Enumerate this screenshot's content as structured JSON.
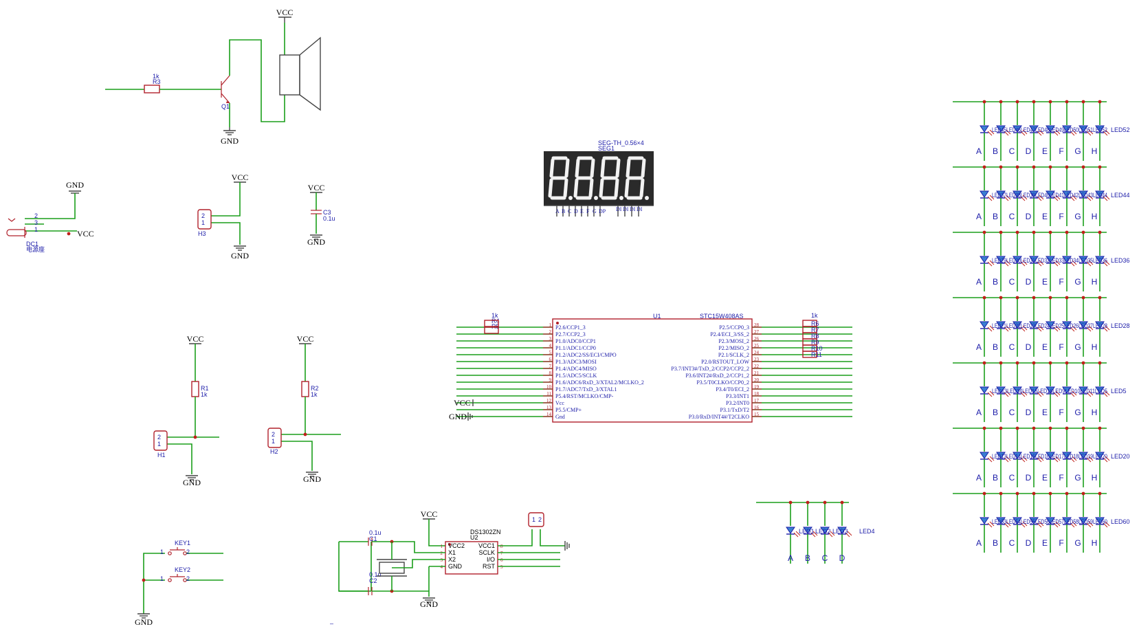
{
  "power": {
    "vcc": "VCC",
    "gnd": "GND"
  },
  "speaker_circuit": {
    "r3_value": "1k",
    "r3_ref": "R3",
    "q1_ref": "Q1"
  },
  "dc_jack": {
    "ref": "DC1",
    "name": "电源座",
    "pins": [
      "2",
      "3",
      "1"
    ]
  },
  "h3": {
    "ref": "H3",
    "pins": [
      "2",
      "1"
    ]
  },
  "c3": {
    "ref": "C3",
    "value": "0.1u"
  },
  "h1": {
    "ref": "H1",
    "pins": [
      "2",
      "1"
    ],
    "r_ref": "R1",
    "r_value": "1k"
  },
  "h2": {
    "ref": "H2",
    "pins": [
      "2",
      "1"
    ],
    "r_ref": "R2",
    "r_value": "1k"
  },
  "keys": [
    {
      "ref": "KEY1",
      "pin1": "1",
      "pin2": "2"
    },
    {
      "ref": "KEY2",
      "pin1": "1",
      "pin2": "2"
    }
  ],
  "seg_display": {
    "title": "SEG-TH_0.56×4",
    "ref": "SEG1",
    "digits": [
      "8.",
      "8.",
      "8.",
      "8."
    ],
    "seg_labels": [
      "A",
      "B",
      "C",
      "D",
      "E",
      "F",
      "G",
      "DP"
    ],
    "dig_labels": [
      "DI",
      "DI",
      "DI",
      "DI"
    ]
  },
  "mcu": {
    "ref": "U1",
    "part": "STC15W408AS",
    "left_pins": [
      {
        "num": "1",
        "name": "P2.6/CCP1_3"
      },
      {
        "num": "2",
        "name": "P2.7/CCP2_3"
      },
      {
        "num": "3",
        "name": "P1.0/ADC0/CCP1"
      },
      {
        "num": "4",
        "name": "P1.1/ADC1/CCP0"
      },
      {
        "num": "5",
        "name": "P1.2/ADC2/SS/ECI/CMPO"
      },
      {
        "num": "6",
        "name": "P1.3/ADC3/MOSI"
      },
      {
        "num": "7",
        "name": "P1.4/ADC4/MISO"
      },
      {
        "num": "8",
        "name": "P1.5/ADC5/SCLK"
      },
      {
        "num": "9",
        "name": "P1.6/ADC6/RxD_3/XTAL2/MCLKO_2"
      },
      {
        "num": "10",
        "name": "P1.7/ADC7/TxD_3/XTAL1"
      },
      {
        "num": "11",
        "name": "P5.4/RST/MCLKO/CMP-"
      },
      {
        "num": "12",
        "name": "Vcc"
      },
      {
        "num": "13",
        "name": "P5.5/CMP+"
      },
      {
        "num": "14",
        "name": "Gnd"
      }
    ],
    "right_pins": [
      {
        "num": "28",
        "name": "P2.5/CCP0_3"
      },
      {
        "num": "27",
        "name": "P2.4/ECI_3/SS_2"
      },
      {
        "num": "26",
        "name": "P2.3/MOSI_2"
      },
      {
        "num": "25",
        "name": "P2.2/MISO_2"
      },
      {
        "num": "24",
        "name": "P2.1/SCLK_2"
      },
      {
        "num": "23",
        "name": "P2.0/RSTOUT_LOW"
      },
      {
        "num": "22",
        "name": "P3.7/INT3#/TxD_2/CCP2/CCP2_2"
      },
      {
        "num": "21",
        "name": "P3.6/INT2#/RxD_2/CCP1_2"
      },
      {
        "num": "20",
        "name": "P3.5/T0CLKO/CCP0_2"
      },
      {
        "num": "19",
        "name": "P3.4/T0/ECI_2"
      },
      {
        "num": "18",
        "name": "P3.3/INT1"
      },
      {
        "num": "17",
        "name": "P3.2/INT0"
      },
      {
        "num": "16",
        "name": "P3.1/TxD/T2"
      },
      {
        "num": "15",
        "name": "P3.0/RxD/INT4#/T2CLKO"
      }
    ]
  },
  "mcu_left_res": {
    "value": "1k",
    "refs": [
      "R4",
      "R5"
    ]
  },
  "mcu_right_res": {
    "value": "1k",
    "refs": [
      "R6",
      "R7",
      "R8",
      "R9",
      "R10",
      "R11"
    ]
  },
  "rtc": {
    "ref": "U2",
    "part": "DS1302ZN",
    "left_pins": [
      {
        "num": "1",
        "name": "VCC2"
      },
      {
        "num": "2",
        "name": "X1"
      },
      {
        "num": "3",
        "name": "X2"
      },
      {
        "num": "4",
        "name": "GND"
      }
    ],
    "right_pins": [
      {
        "num": "8",
        "name": "VCC1"
      },
      {
        "num": "7",
        "name": "SCLK"
      },
      {
        "num": "6",
        "name": "I/O"
      },
      {
        "num": "5",
        "name": "RST"
      }
    ]
  },
  "rtc_caps": [
    {
      "ref": "C1",
      "value": "0.1u"
    },
    {
      "ref": "C2",
      "value": "0.1u"
    }
  ],
  "battery_header": {
    "pins": [
      "1",
      "2"
    ]
  },
  "led_small": {
    "labels": [
      "LED1",
      "LED2",
      "LED3",
      "LED4"
    ],
    "columns": [
      "A",
      "B",
      "C",
      "D"
    ]
  },
  "led_matrix": {
    "columns": [
      "A",
      "B",
      "C",
      "D",
      "E",
      "F",
      "G",
      "H"
    ],
    "rows": [
      {
        "label_fragment": "LED45LED46LED47LED48LED49LED50LED51LED52",
        "end_label": "LED52"
      },
      {
        "label_fragment": "LED37LED38LED39LED40LED41LED42LED43LED44",
        "end_label": "LED44"
      },
      {
        "label_fragment": "LED29LED30LED31LED32LED33LED34LED35LED36",
        "end_label": "LED36"
      },
      {
        "label_fragment": "LED21LED22LED23LED24LED25LED26LED27LED28",
        "end_label": "LED28"
      },
      {
        "label_fragment": "LED13LED14LED15LED16LED9LED10LED11LED5",
        "end_label": "LED5"
      },
      {
        "label_fragment": "LED13LED14LED15LED16LED17LED18LED19LED20",
        "end_label": "LED20"
      },
      {
        "label_fragment": "LED53LED54LED55LED56LED57LED58LED59LED60",
        "end_label": "LED60"
      }
    ]
  },
  "stray_mark": "–"
}
